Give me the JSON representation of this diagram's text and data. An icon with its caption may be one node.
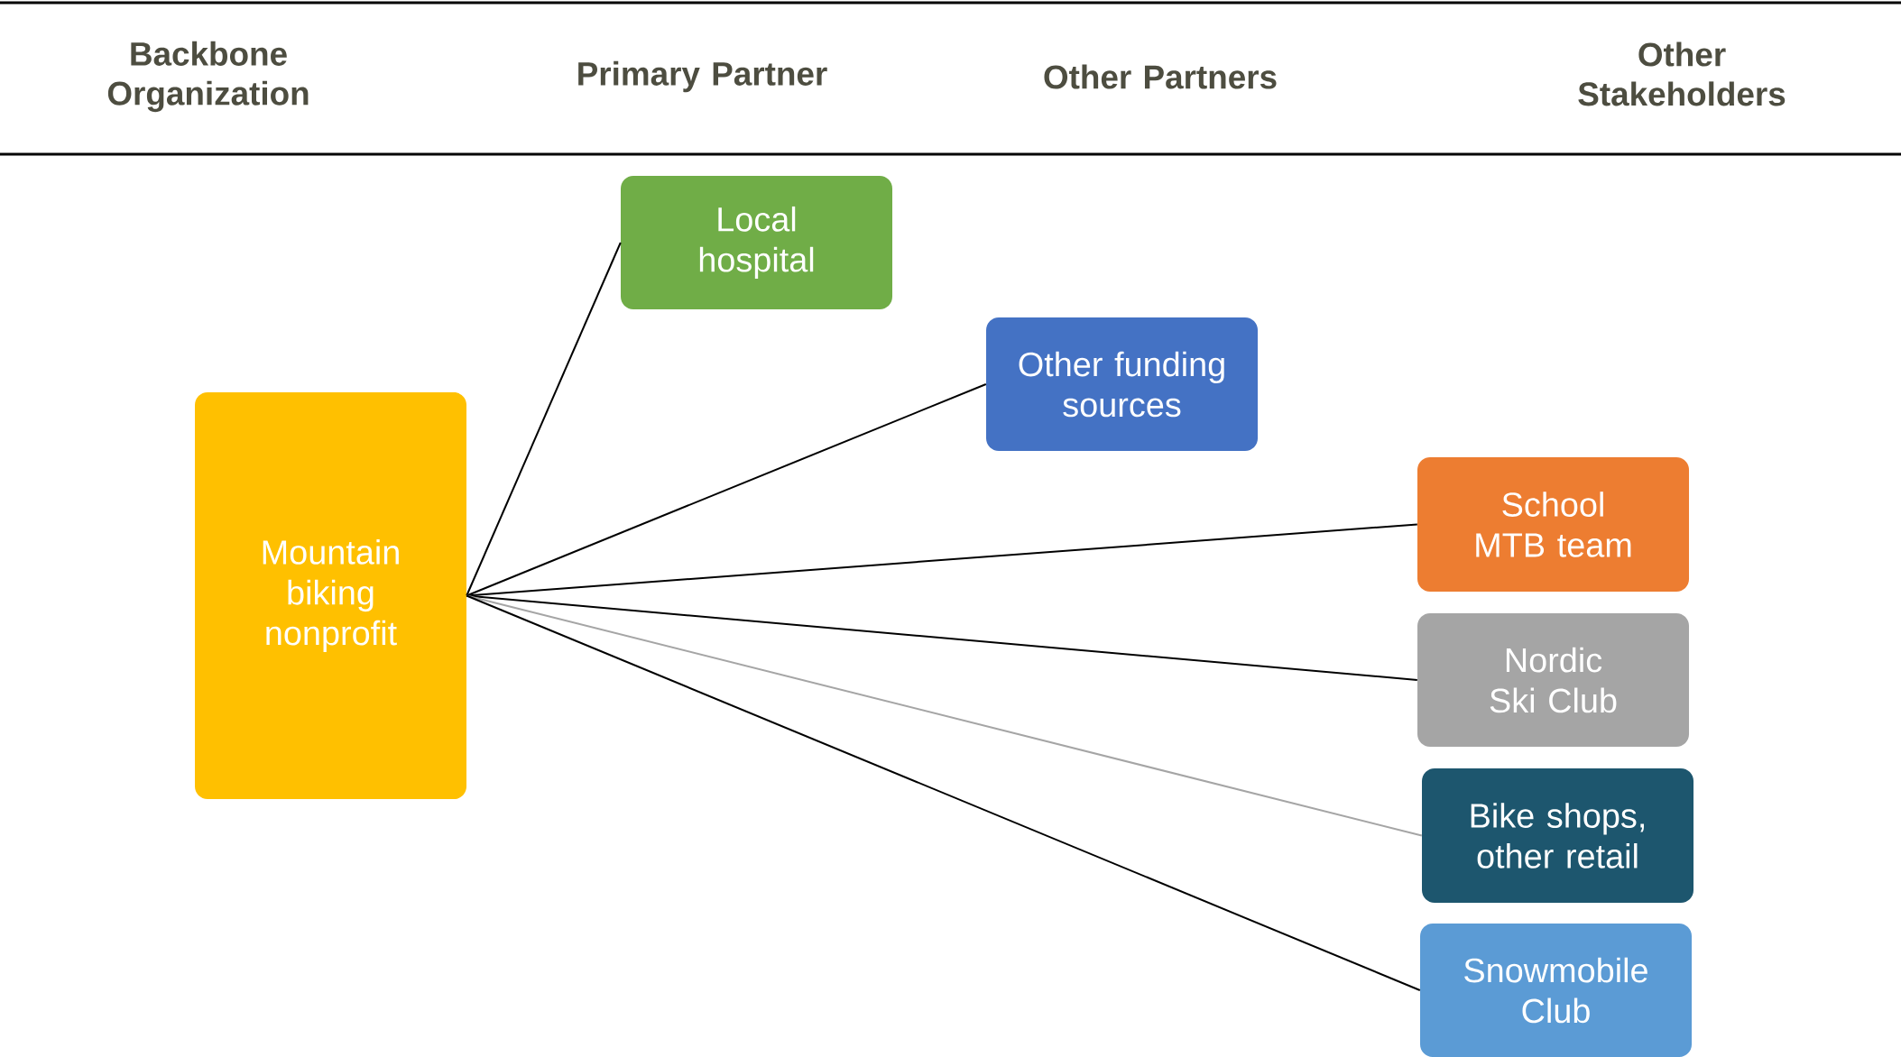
{
  "diagram": {
    "nodes": [
      {
        "text": [
          "Mountain biking nonprofit"
        ]
      },
      {
        "text": [
          "Local hospital"
        ]
      },
      {
        "text": [
          "Other funding sources"
        ]
      },
      {
        "text": [
          "School MTB team"
        ]
      },
      {
        "text": [
          "Nordic Ski Club"
        ]
      },
      {
        "text": [
          "Bike shops, other retail"
        ]
      },
      {
        "text": [
          "Snowmobile Club"
        ]
      }
    ],
    "edges": [
      {
        "from": 0,
        "to": 1,
        "arrow": "none"
      },
      {
        "from": 0,
        "to": 2,
        "arrow": "none"
      },
      {
        "from": 0,
        "to": 3,
        "arrow": "none"
      },
      {
        "from": 0,
        "to": 4,
        "arrow": "none"
      },
      {
        "from": 0,
        "to": 5,
        "arrow": "none",
        "color": "#a5a5a5"
      },
      {
        "from": 0,
        "to": 6,
        "arrow": "none"
      }
    ],
    "labels": [
      "Backbone Organization",
      "Primary Partner",
      "Other Partners",
      "Other Stakeholders"
    ]
  }
}
